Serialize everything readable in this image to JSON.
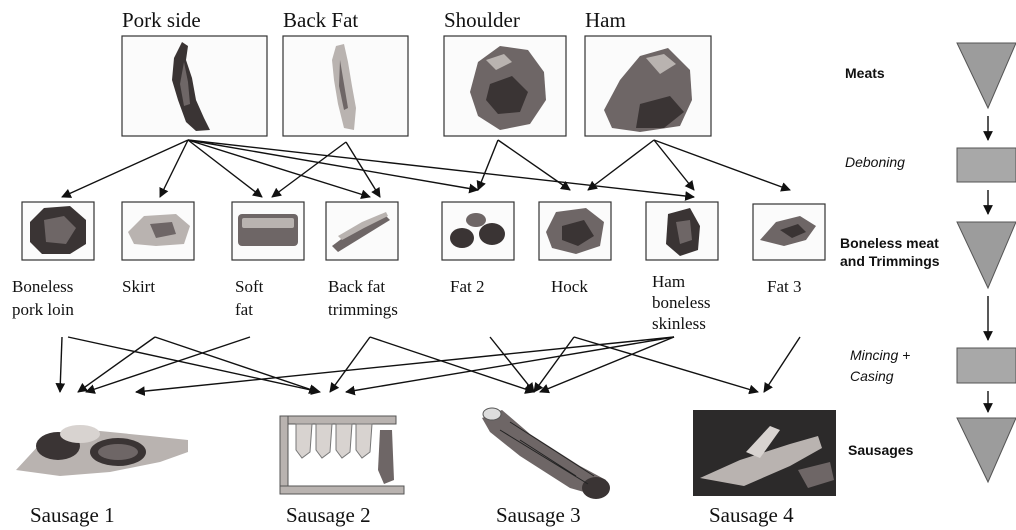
{
  "meats": {
    "pork_side": "Pork side",
    "back_fat": "Back Fat",
    "shoulder": "Shoulder",
    "ham": "Ham"
  },
  "cuts": {
    "boneless_pork_loin": [
      "Boneless",
      "pork loin"
    ],
    "skirt": [
      "Skirt"
    ],
    "soft_fat": [
      "Soft",
      "fat"
    ],
    "back_fat_trimmings": [
      "Back fat",
      "trimmings"
    ],
    "fat2": [
      "Fat 2"
    ],
    "hock": [
      "Hock"
    ],
    "ham_boneless_skinless": [
      "Ham",
      "boneless",
      "skinless"
    ],
    "fat3": [
      "Fat 3"
    ]
  },
  "sausages": {
    "s1": "Sausage 1",
    "s2": "Sausage 2",
    "s3": "Sausage 3",
    "s4": "Sausage 4"
  },
  "process": {
    "meats": "Meats",
    "deboning": "Deboning",
    "boneless": [
      "Boneless meat",
      "and Trimmings"
    ],
    "mincing": [
      "Mincing +",
      "Casing"
    ],
    "sausages": "Sausages"
  },
  "colors": {
    "process_shape": "#9c9c9c",
    "line": "#111111"
  }
}
